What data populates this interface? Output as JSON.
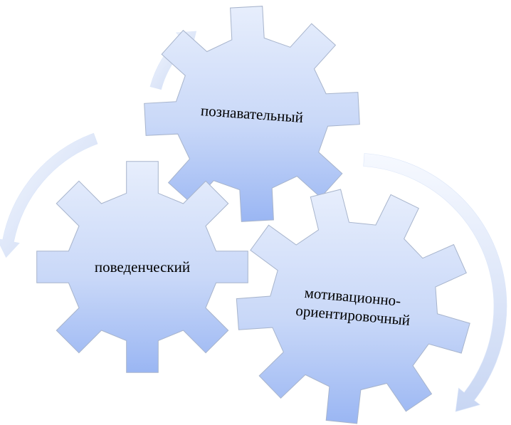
{
  "gears": [
    {
      "id": "cognitive",
      "lines": [
        "познавательный"
      ]
    },
    {
      "id": "behavioral",
      "lines": [
        "поведенческий"
      ]
    },
    {
      "id": "motivational",
      "lines": [
        "мотивационно-",
        "ориентировочный"
      ]
    }
  ],
  "arrows": [
    {
      "id": "arrow-top",
      "icon": "curved-arrow-icon"
    },
    {
      "id": "arrow-left",
      "icon": "curved-arrow-icon"
    },
    {
      "id": "arrow-right",
      "icon": "curved-arrow-icon"
    }
  ],
  "colors": {
    "gear_top": "#e7eefc",
    "gear_bottom": "#9ab6f3",
    "gear_stroke": "#a7b4cc",
    "arrow_light": "#f6f9ff",
    "arrow_dark": "#c8d6f3"
  }
}
